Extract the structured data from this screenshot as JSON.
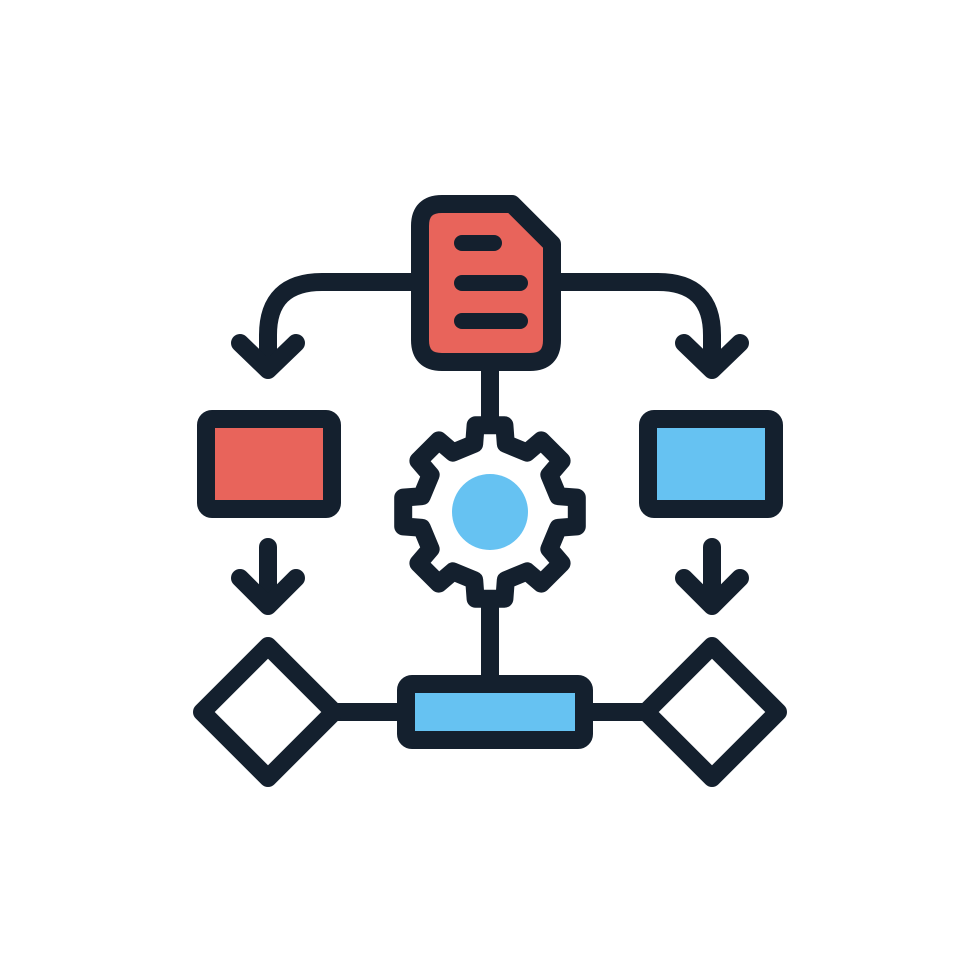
{
  "icon": {
    "name": "workflow-process-icon",
    "colors": {
      "stroke": "#14202e",
      "red": "#e8645b",
      "blue": "#66c2f2",
      "white": "#ffffff"
    },
    "parts": [
      "document-icon",
      "gear-icon",
      "red-box",
      "blue-box",
      "process-bar",
      "decision-diamond-left",
      "decision-diamond-right",
      "arrow-down-left",
      "arrow-down-right"
    ]
  }
}
